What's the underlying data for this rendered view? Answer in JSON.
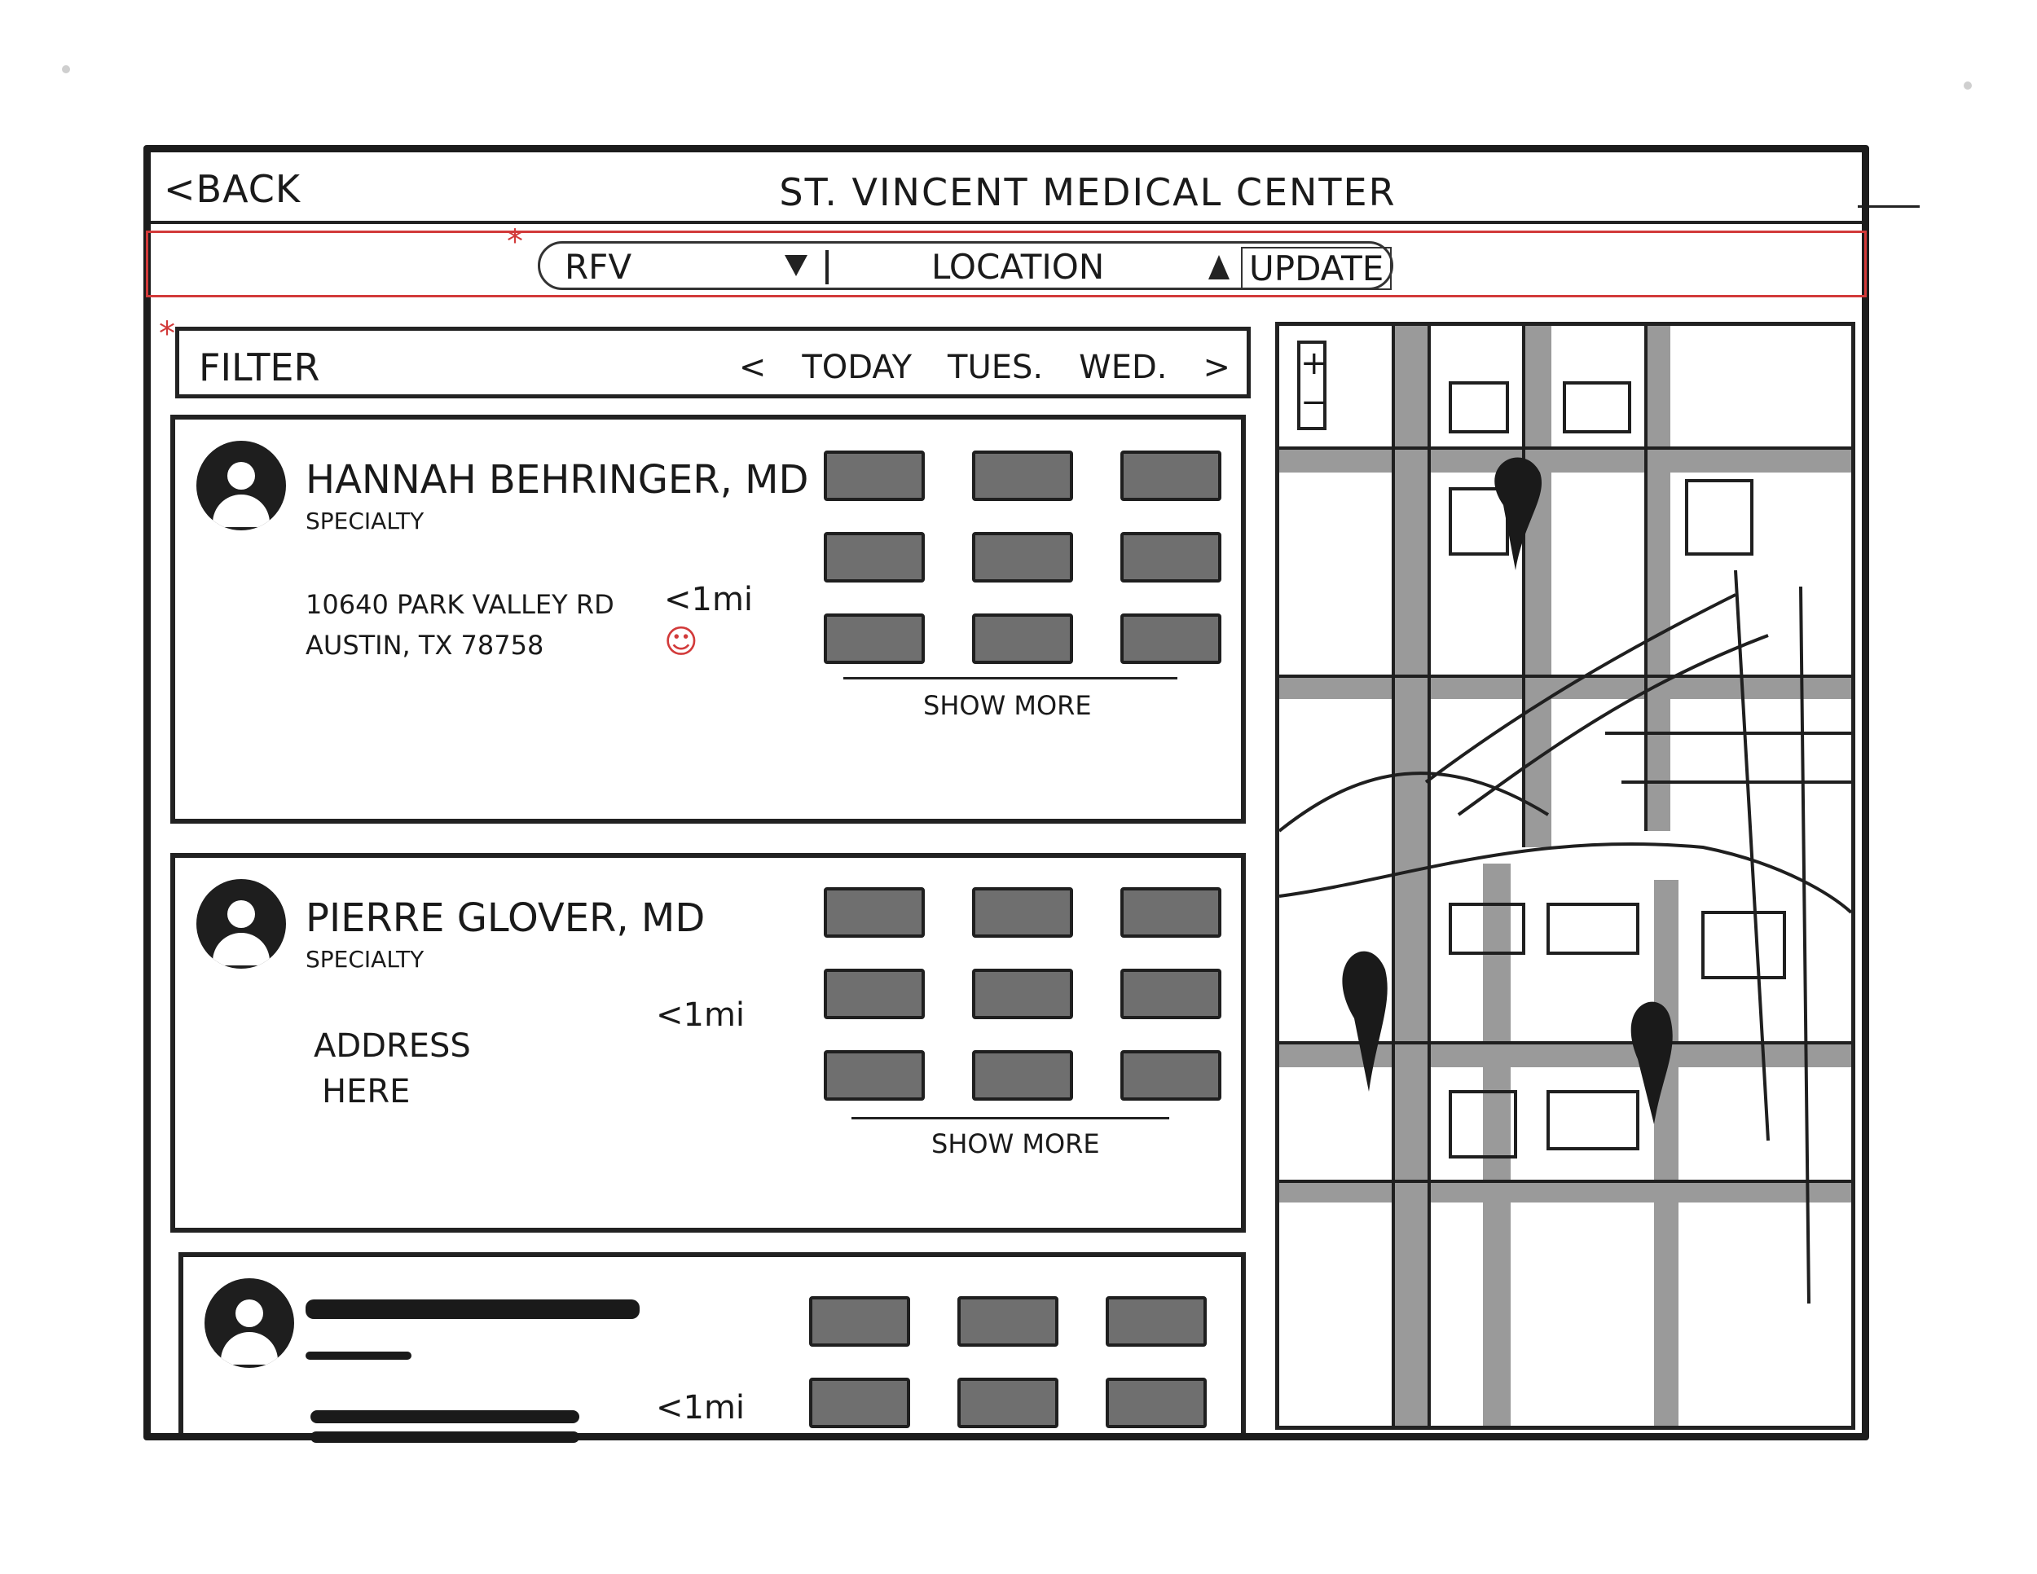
{
  "header": {
    "back_label": "<BACK",
    "title": "ST. VINCENT MEDICAL CENTER"
  },
  "search": {
    "rfv_label": "RFV",
    "location_label": "LOCATION",
    "update_label": "UPDATE"
  },
  "filter": {
    "label": "FILTER",
    "prev_label": "<",
    "days": [
      "TODAY",
      "TUES.",
      "WED."
    ],
    "next_label": ">"
  },
  "providers": [
    {
      "name": "HANNAH BEHRINGER, MD",
      "specialty": "SPECIALTY",
      "address_line1": "10640 PARK VALLEY RD",
      "address_line2": "AUSTIN, TX 78758",
      "distance": "<1mi",
      "show_more": "SHOW MORE"
    },
    {
      "name": "PIERRE GLOVER, MD",
      "specialty": "SPECIALTY",
      "address_line1": "ADDRESS",
      "address_line2": "HERE",
      "distance": "<1mi",
      "show_more": "SHOW MORE"
    },
    {
      "distance": "<1mi"
    }
  ],
  "map": {
    "zoom_in": "+",
    "zoom_out": "−"
  },
  "annotations": {
    "star": "*",
    "smiley": "☺"
  },
  "colors": {
    "ink": "#1c1c1c",
    "slot_fill": "#6f6f6f",
    "street_fill": "#9a9a9a",
    "annotation_red": "#d23a3a"
  }
}
